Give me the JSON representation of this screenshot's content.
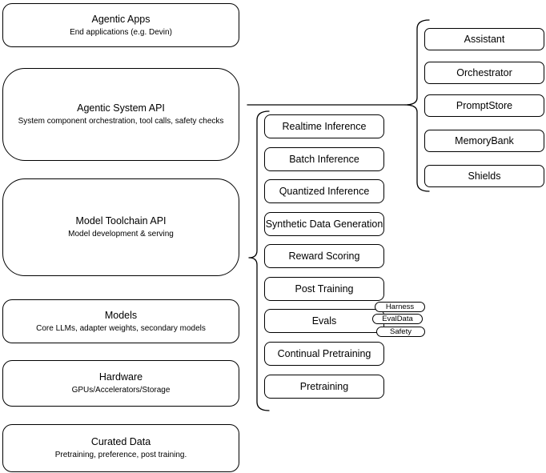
{
  "diagram": {
    "background": "#ffffff",
    "stroke_color": "#000000",
    "text_color": "#000000"
  },
  "stack_layers": [
    {
      "title": "Agentic Apps",
      "subtitle": "End applications (e.g. Devin)"
    },
    {
      "title": "Agentic System API",
      "subtitle": "System component orchestration, tool calls, safety checks"
    },
    {
      "title": "Model Toolchain API",
      "subtitle": "Model development & serving"
    },
    {
      "title": "Models",
      "subtitle": "Core LLMs, adapter weights, secondary models"
    },
    {
      "title": "Hardware",
      "subtitle": "GPUs/Accelerators/Storage"
    },
    {
      "title": "Curated Data",
      "subtitle": "Pretraining, preference, post training."
    }
  ],
  "toolchain_services": [
    "Realtime Inference",
    "Batch Inference",
    "Quantized Inference",
    "Synthetic Data Generation",
    "Reward Scoring",
    "Post Training",
    "Evals",
    "Continual Pretraining",
    "Pretraining"
  ],
  "eval_tags": [
    "Harness",
    "EvalData",
    "Safety"
  ],
  "agentic_components": [
    "Assistant",
    "Orchestrator",
    "PromptStore",
    "MemoryBank",
    "Shields"
  ]
}
